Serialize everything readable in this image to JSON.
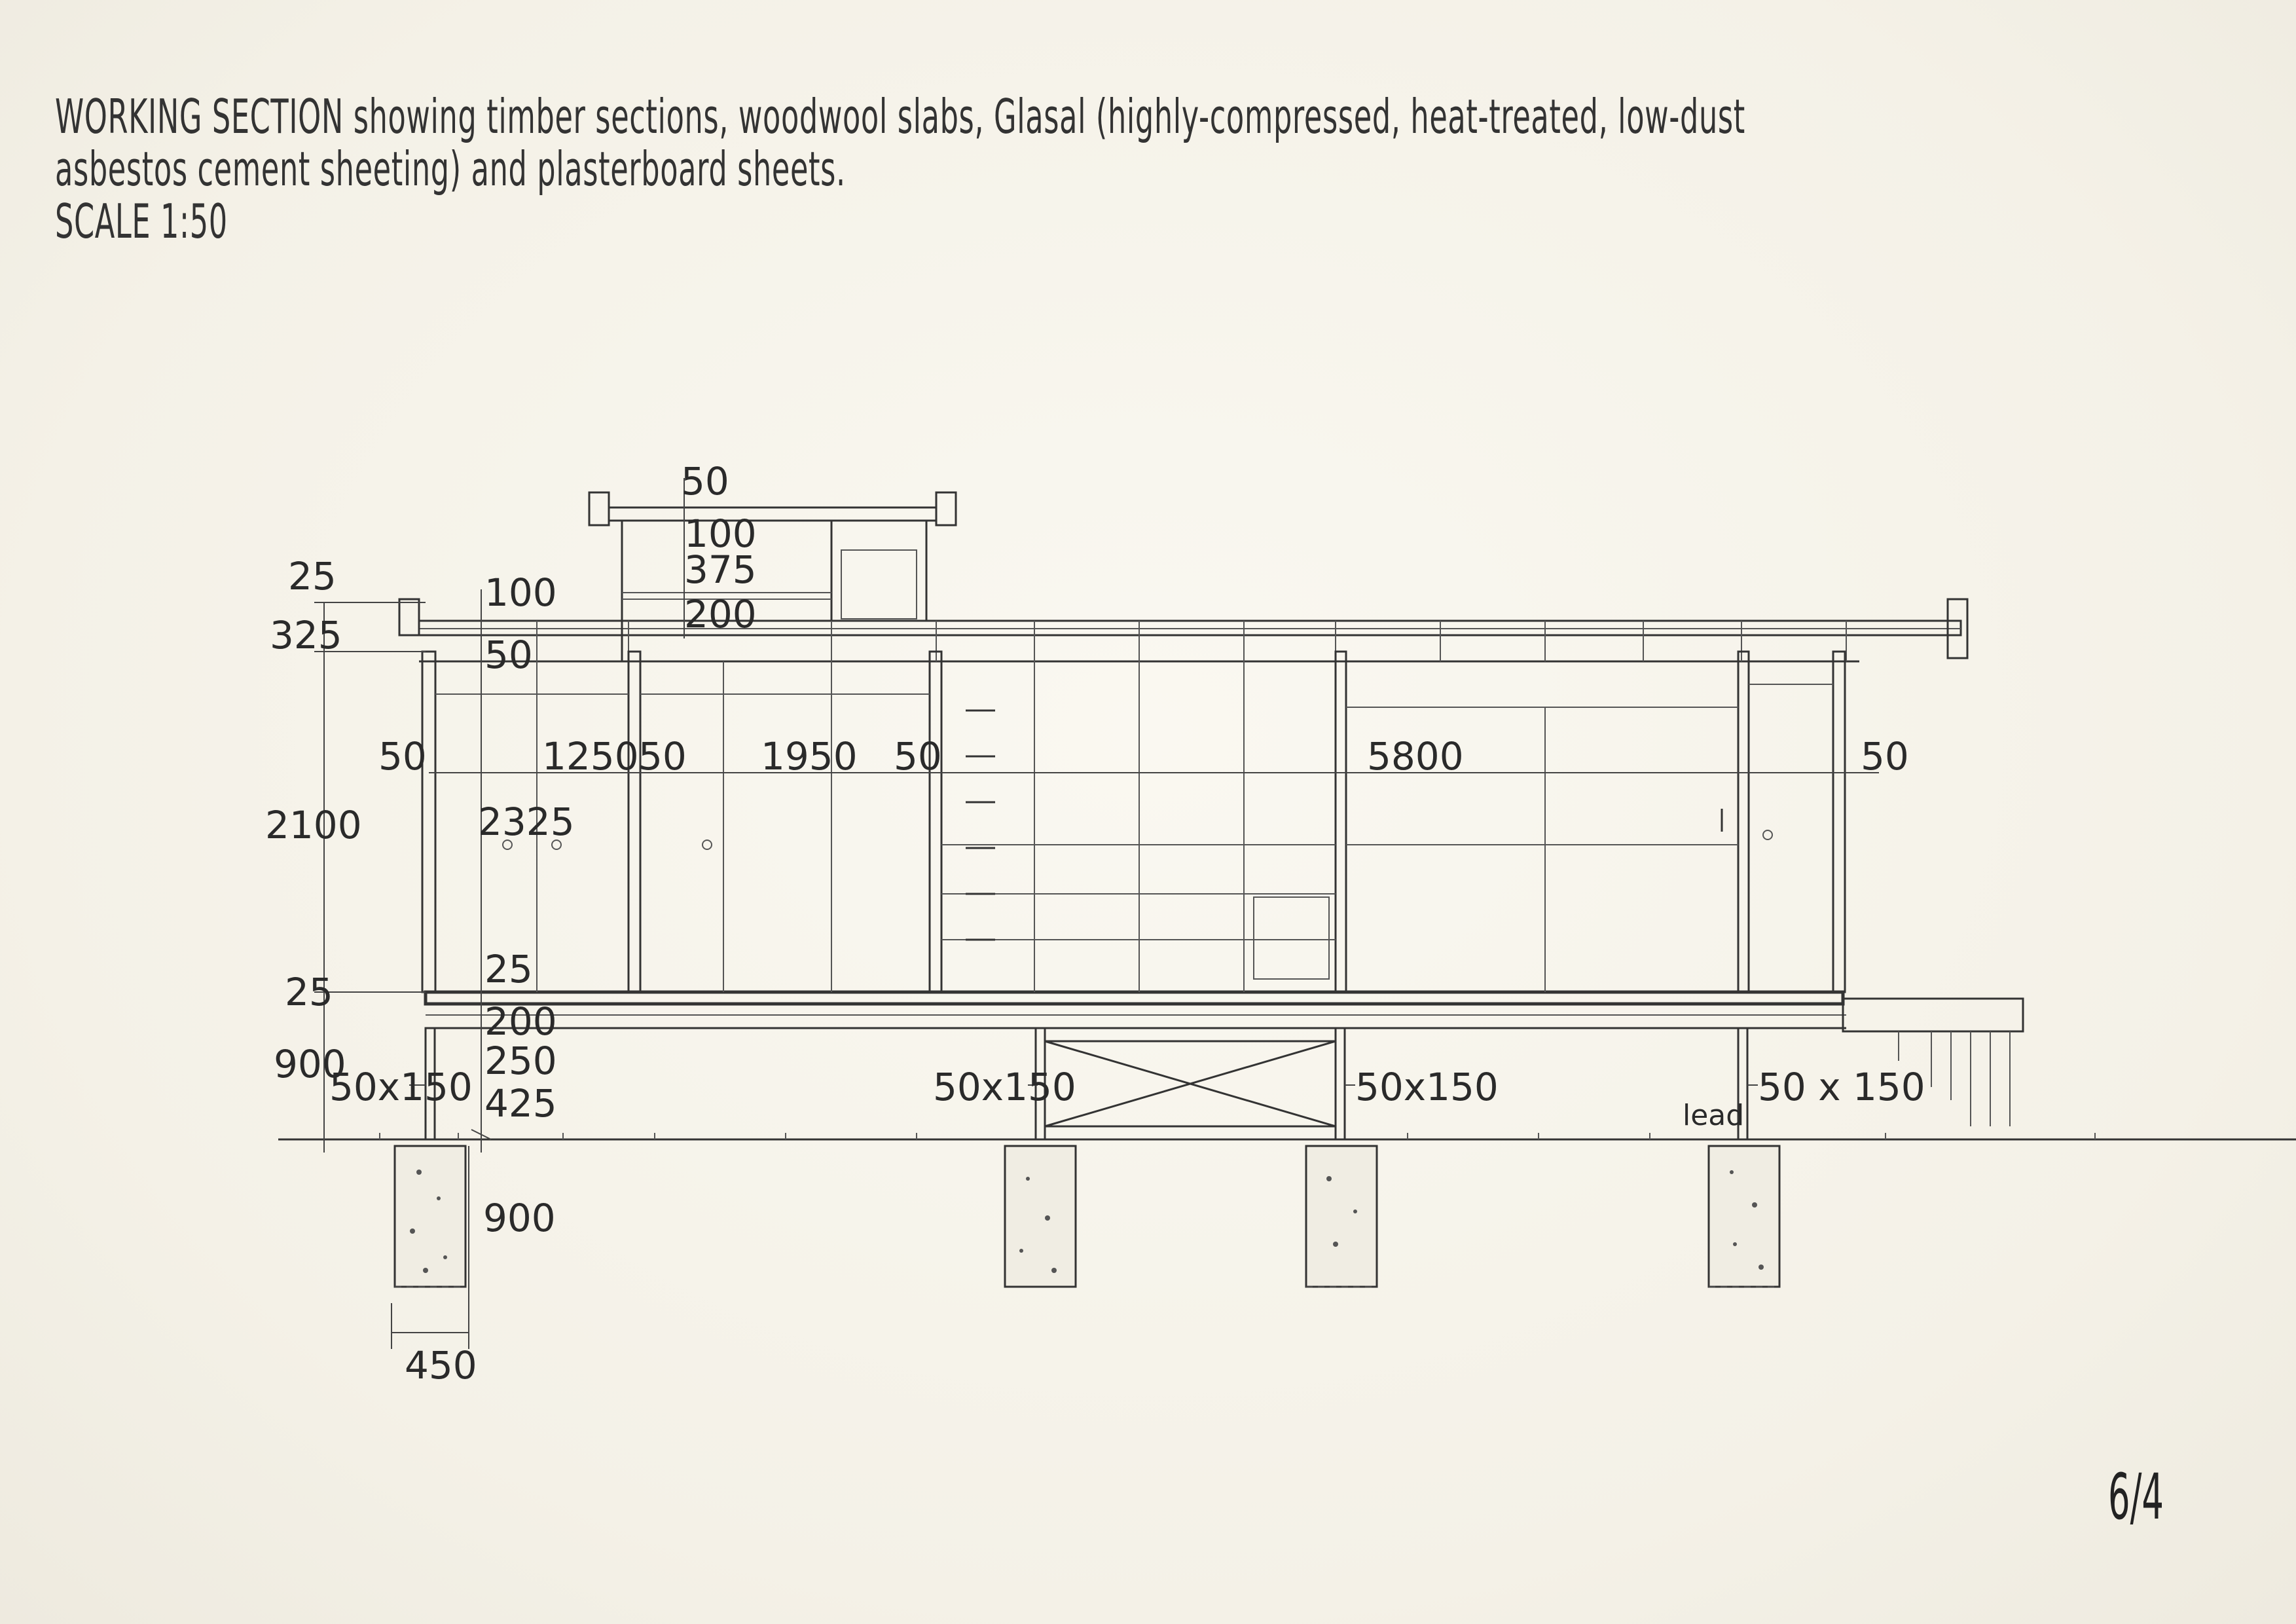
{
  "title": {
    "line1": "WORKING SECTION showing timber sections, woodwool slabs, Glasal (highly-compressed, heat-treated, low-dust",
    "line2": "asbestos cement sheeting) and plasterboard sheets.",
    "line3": "SCALE 1:50"
  },
  "page_number": "6/4",
  "dimensions": {
    "d25_top": "25",
    "d325": "325",
    "d100": "100",
    "d50_roof": "50",
    "d50_clere": "50",
    "d100_clere": "100",
    "d375": "375",
    "d200_clere": "200",
    "d2100": "2100",
    "d2325": "2325",
    "d25_inner": "25",
    "d25_floor": "25",
    "d200_floor": "200",
    "d250": "250",
    "d425": "425",
    "d900_left": "900",
    "d50x150_a": "50x150",
    "d50x150_b": "50x150",
    "d50x150_c": "50x150",
    "d50x150_d": "50 x 150",
    "lead": "lead",
    "d900_footing": "900",
    "d450": "450",
    "d50_a": "50",
    "d1250": "1250",
    "d50_b": "50",
    "d1950": "1950",
    "d50_c": "50",
    "d5800": "5800",
    "d50_d": "50"
  }
}
